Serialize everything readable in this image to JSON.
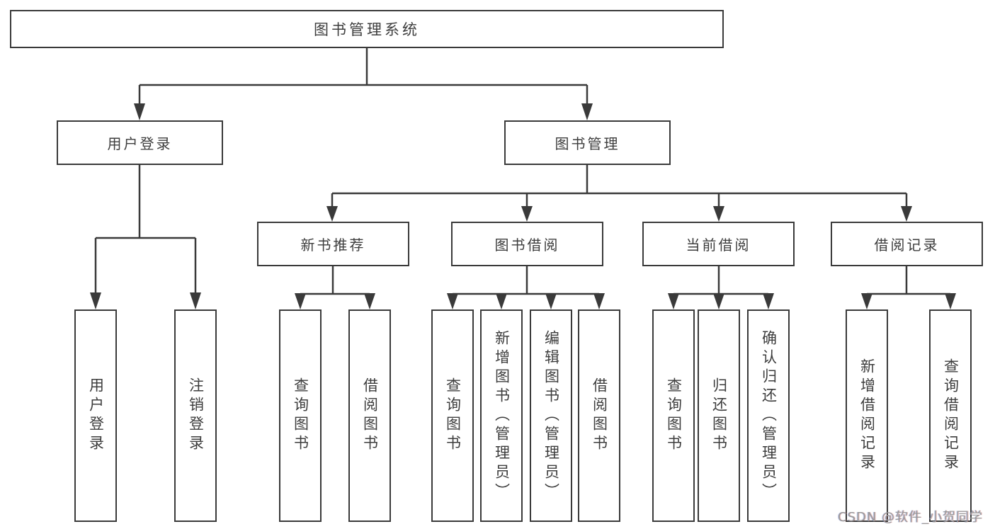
{
  "diagram": {
    "root": {
      "label": "图书管理系统"
    },
    "branches": [
      {
        "label": "用户登录",
        "children": [
          {
            "label": "用户登录"
          },
          {
            "label": "注销登录"
          }
        ]
      },
      {
        "label": "图书管理",
        "children": [
          {
            "label": "新书推荐",
            "children": [
              {
                "label": "查询图书"
              },
              {
                "label": "借阅图书"
              }
            ]
          },
          {
            "label": "图书借阅",
            "children": [
              {
                "label": "查询图书"
              },
              {
                "label": "新增图书（管理员）"
              },
              {
                "label": "编辑图书（管理员）"
              },
              {
                "label": "借阅图书"
              }
            ]
          },
          {
            "label": "当前借阅",
            "children": [
              {
                "label": "查询图书"
              },
              {
                "label": "归还图书"
              },
              {
                "label": "确认归还（管理员）"
              }
            ]
          },
          {
            "label": "借阅记录",
            "children": [
              {
                "label": "新增借阅记录"
              },
              {
                "label": "查询借阅记录"
              }
            ]
          }
        ]
      }
    ]
  },
  "watermark": {
    "text": "CSDN @软件_小贺同学"
  },
  "colors": {
    "background": "#ffffff",
    "box_border": "#3a3a3a",
    "connector_line": "#3a3a3a",
    "text": "#3d3d3d",
    "watermark_text": "#9a9a9a"
  }
}
